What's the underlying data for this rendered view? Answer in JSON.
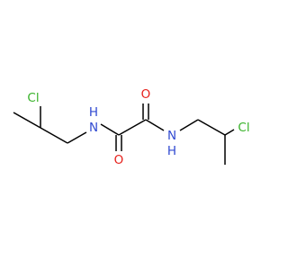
{
  "molecule": {
    "colors": {
      "bond": "#000000",
      "Cl": "#38b229",
      "N": "#3049d1",
      "O": "#e6201b",
      "background": "#ffffff"
    },
    "atoms": {
      "cl_left": "Cl",
      "n_left": "H\nN",
      "o_top": "O",
      "o_bottom": "O",
      "n_right": "N\nH",
      "cl_right": "Cl"
    }
  }
}
